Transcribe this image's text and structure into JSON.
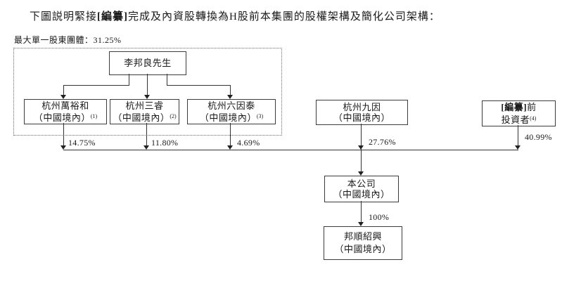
{
  "title": {
    "prefix": "下圖説明緊接",
    "redacted": "[編纂]",
    "suffix": "完成及內資股轉換為H股前本集團的股權架構及簡化公司架構："
  },
  "group_label": "最大單一股東團體：31.25%",
  "diagram": {
    "owner": {
      "name": "李邦良先生"
    },
    "shareholders": [
      {
        "line1": "杭州萬裕和",
        "line2": "（中國境內）",
        "note": "(1)",
        "pct": "14.75%"
      },
      {
        "line1": "杭州三睿",
        "line2": "（中國境內）",
        "note": "(2)",
        "pct": "11.80%"
      },
      {
        "line1": "杭州六因泰",
        "line2": "（中國境內）",
        "note": "(3)",
        "pct": "4.69%"
      },
      {
        "line1": "杭州九因",
        "line2": "（中國境內）",
        "pct": "27.76%"
      },
      {
        "line1_redacted": "[編纂]",
        "line1_rest": "前",
        "line2": "投資者",
        "note": "(4)",
        "pct": "40.99%"
      }
    ],
    "company": {
      "line1": "本公司",
      "line2": "（中國境內）"
    },
    "subsidiary": {
      "line1": "邦順紹興",
      "line2": "（中國境內）",
      "pct": "100%"
    }
  },
  "colors": {
    "ink": "#1a1a1a",
    "line": "#333333",
    "box_border": "#3c3c3c",
    "background": "#ffffff"
  }
}
